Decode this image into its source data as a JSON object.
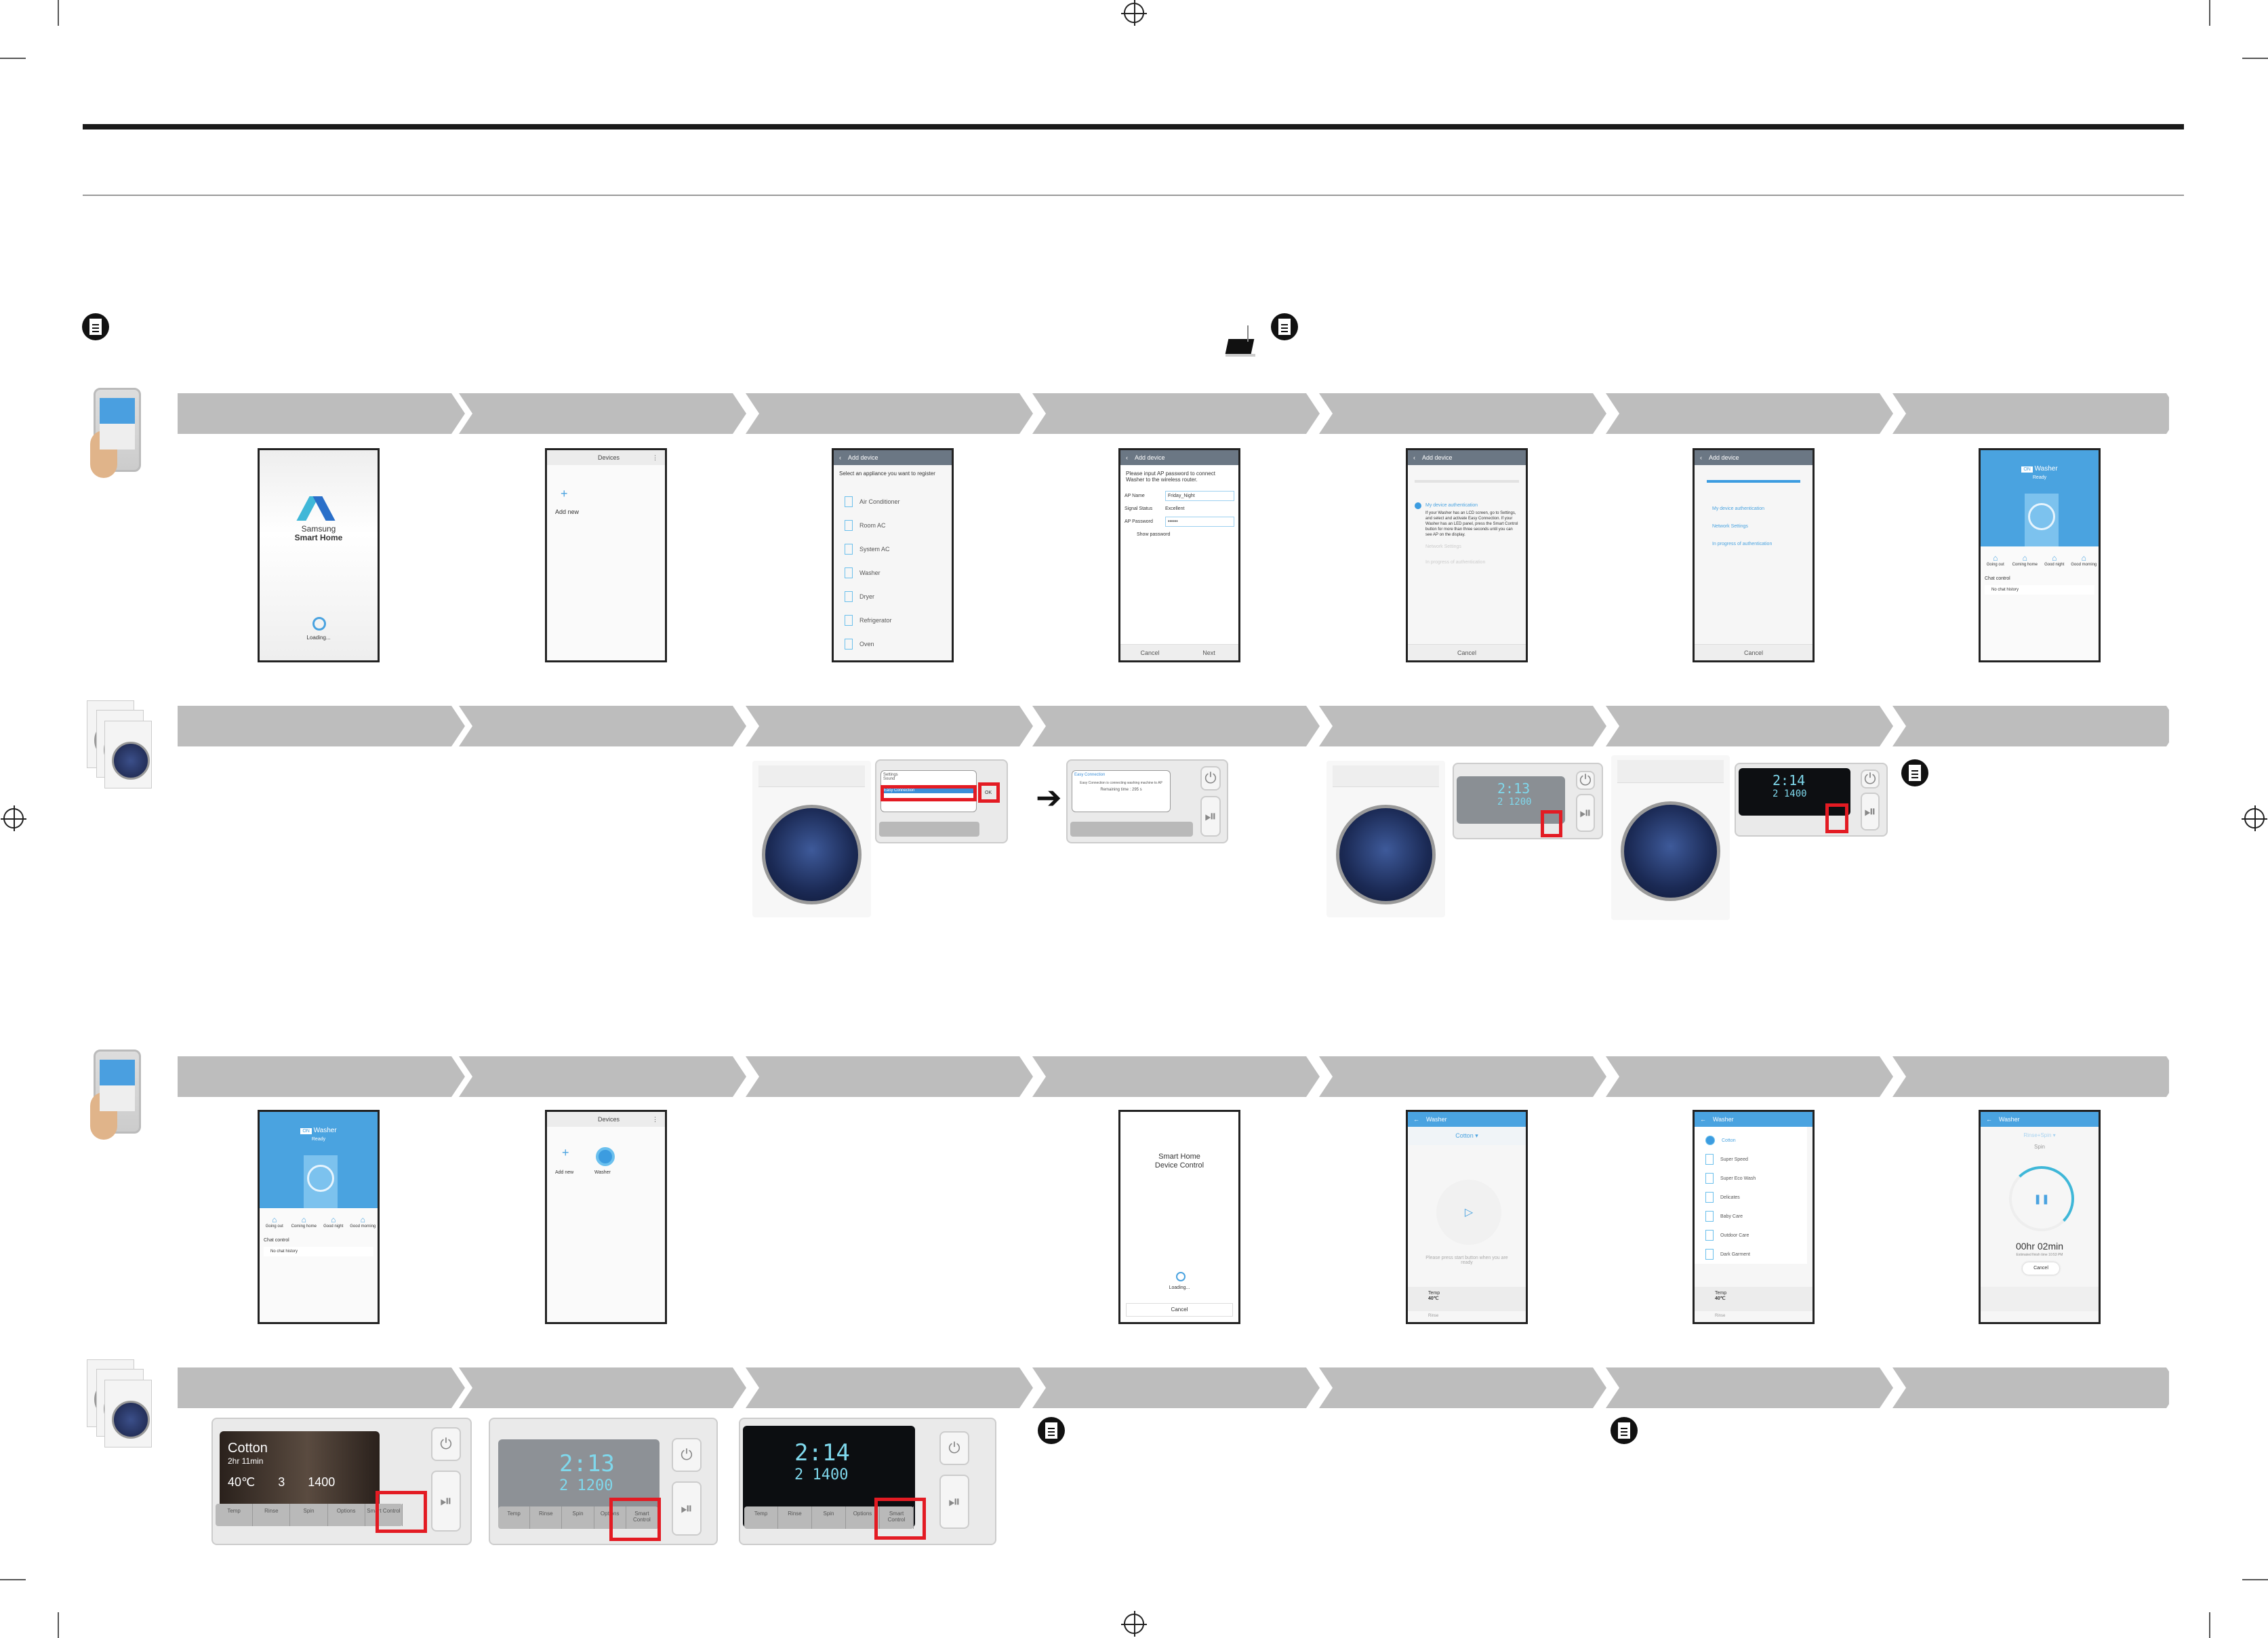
{
  "row1_screens": {
    "s1": {
      "brand_line1": "Samsung",
      "brand_line2": "Smart Home",
      "loading": "Loading..."
    },
    "s2": {
      "title": "Devices",
      "add_new": "Add new"
    },
    "s3": {
      "title": "Add device",
      "prompt": "Select an appliance you want to register",
      "items": [
        "Air Conditioner",
        "Room AC",
        "System AC",
        "Washer",
        "Dryer",
        "Refrigerator",
        "Oven"
      ]
    },
    "s4": {
      "title": "Add device",
      "prompt": "Please input AP password to connect Washer to the wireless router.",
      "ap_name_label": "AP Name",
      "ap_name_value": "Friday_Night",
      "signal_label": "Signal Status",
      "signal_value": "Excellent",
      "password_label": "AP Password",
      "password_value": "••••••",
      "show_password": "Show password",
      "cancel": "Cancel",
      "next": "Next"
    },
    "s5": {
      "title": "Add device",
      "step1": "My device authentication",
      "step1_desc": "If your Washer has an LCD screen, go to Settings, and select and activate Easy Connection. If your Washer has an LED panel, press the Smart Control button for more than three seconds until you can see AP on the display.",
      "step2": "Network Settings",
      "step3": "In progress of authentication",
      "cancel": "Cancel"
    },
    "s6": {
      "title": "Add device",
      "step1": "My device authentication",
      "step2": "Network Settings",
      "step3": "In progress of authentication",
      "cancel": "Cancel"
    },
    "s7": {
      "on": "ON",
      "device": "Washer",
      "status": "Ready",
      "modes": [
        "Going out",
        "Coming home",
        "Good night",
        "Good morning"
      ],
      "chat_title": "Chat control",
      "chat_empty": "No chat history"
    }
  },
  "row2": {
    "panel1_menu": [
      "Settings",
      "Sound",
      "Easy Connection"
    ],
    "panel1_ok": "OK",
    "panel2_title": "Easy Connection",
    "panel2_msg": "Easy Connection is connecting washing machine to AP",
    "panel2_time": "Remaining time : 295 s",
    "panel3_time": "2:13",
    "panel3_values": "2  1200",
    "panel4_time": "2:14",
    "panel4_values": "2  1400"
  },
  "row3_screens": {
    "s1": {
      "on": "ON",
      "device": "Washer",
      "status": "Ready",
      "modes": [
        "Going out",
        "Coming home",
        "Good night",
        "Good morning"
      ],
      "chat_title": "Chat control",
      "chat_empty": "No chat history"
    },
    "s2": {
      "title": "Devices",
      "add_new": "Add new",
      "washer": "Washer"
    },
    "s4": {
      "line1": "Smart Home",
      "line2": "Device Control",
      "loading": "Loading...",
      "cancel": "Cancel"
    },
    "s5": {
      "title": "Washer",
      "course": "Cotton ▾",
      "hint": "Please press start button when you are ready",
      "temp_label": "Temp",
      "temp_value": "40℃",
      "rinse": "Rinse"
    },
    "s6": {
      "title": "Washer",
      "courses": [
        "Cotton",
        "Super Speed",
        "Super Eco Wash",
        "Delicates",
        "Baby Care",
        "Outdoor Care",
        "Dark Garment"
      ],
      "temp_label": "Temp",
      "temp_value": "40℃",
      "rinse": "Rinse"
    },
    "s7": {
      "title": "Washer",
      "course": "Rinse+Spin ▾",
      "phase": "Spin",
      "remaining": "00hr 02min",
      "finish": "Estimated finish time 10:53 PM",
      "cancel": "Cancel"
    }
  },
  "row4": {
    "p1": {
      "course": "Cotton",
      "time": "2hr 11min",
      "temp": "40℃",
      "rinse": "3",
      "spin": "1400",
      "keys": [
        "Temp",
        "Rinse",
        "Spin",
        "Options",
        "Smart Control"
      ]
    },
    "p2": {
      "time": "2:13",
      "values": "2  1200",
      "keys": [
        "Temp",
        "Rinse",
        "Spin",
        "Options",
        "Smart Control"
      ]
    },
    "p3": {
      "time": "2:14",
      "values": "2  1400",
      "keys": [
        "Temp",
        "Rinse",
        "Spin",
        "Options",
        "Smart Control"
      ]
    }
  },
  "colors": {
    "chevron": "#bdbdbd",
    "app_blue": "#4aa3e0",
    "highlight": "#e31b23"
  }
}
